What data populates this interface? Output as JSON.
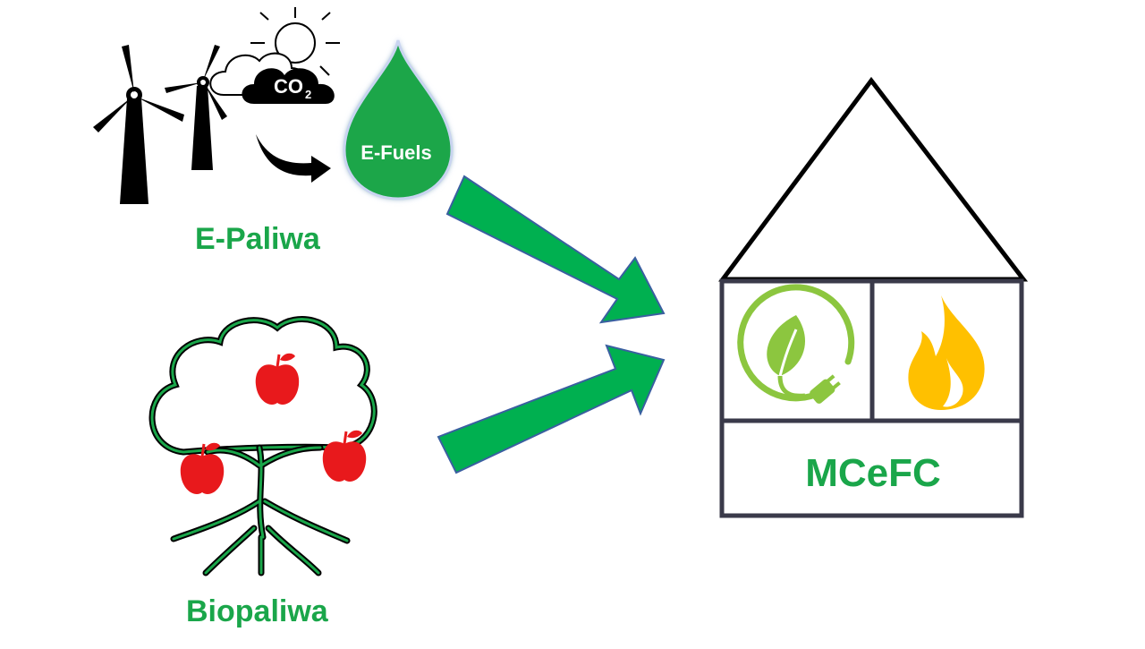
{
  "sources": {
    "e_fuels": {
      "drop_label": "E-Fuels",
      "caption": "E-Paliwa",
      "cloud_text_main": "CO",
      "cloud_text_sub": "2"
    },
    "bio": {
      "caption": "Biopaliwa"
    }
  },
  "target": {
    "label": "MCeFC",
    "compartments": [
      "electricity-icon",
      "flame-icon"
    ]
  },
  "colors": {
    "accent_green": "#1aa64a",
    "arrow_green": "#00b050",
    "leaf_green": "#8cc63f",
    "flame_orange": "#ffc000",
    "house_outline": "#3a3a4a",
    "apple_red": "#e8191c"
  }
}
